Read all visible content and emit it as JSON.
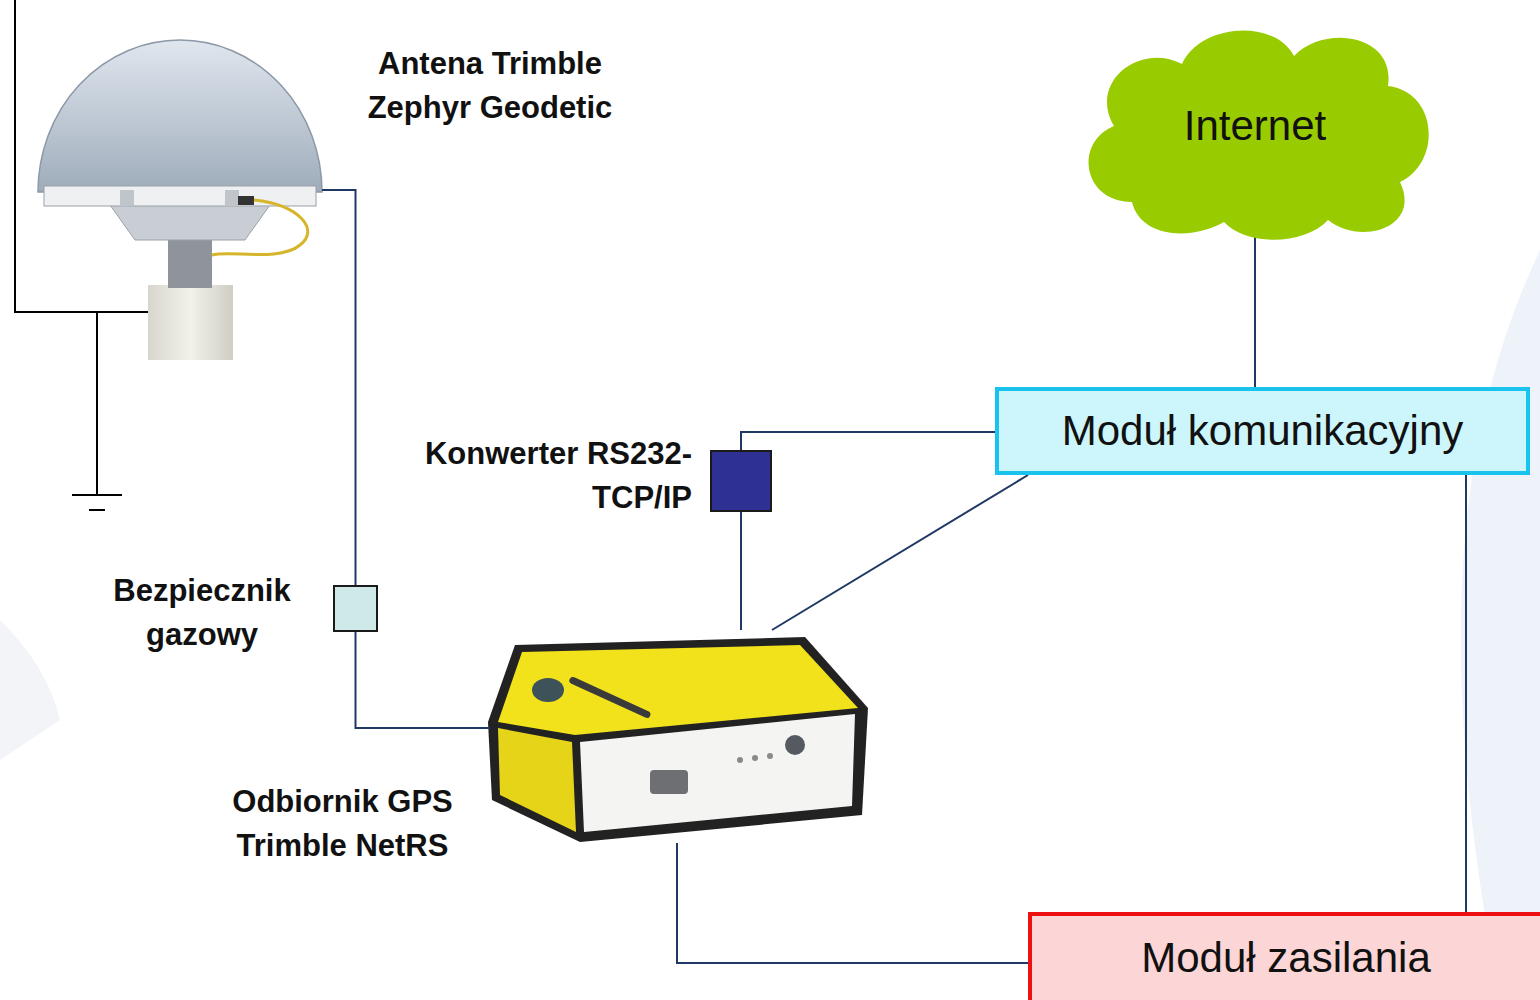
{
  "diagram": {
    "nodes": [
      {
        "text": [
          "Antena Trimble Zephyr Geodetic"
        ]
      },
      {
        "text": [
          "Internet"
        ]
      },
      {
        "text": [
          "Konwerter RS232-TCP/IP"
        ]
      },
      {
        "text": [
          "Moduł komunikacyjny"
        ]
      },
      {
        "text": [
          "Bezpiecznik gazowy"
        ]
      },
      {
        "text": [
          "Odbiornik GPS Trimble NetRS"
        ]
      },
      {
        "text": [
          "Moduł zasilania"
        ]
      }
    ],
    "edges": [
      {
        "from": 0,
        "to": 4,
        "arrow": "none"
      },
      {
        "from": 4,
        "to": 5,
        "arrow": "none"
      },
      {
        "from": 1,
        "to": 3,
        "arrow": "none"
      },
      {
        "from": 2,
        "to": 3,
        "arrow": "none"
      },
      {
        "from": 5,
        "to": 2,
        "arrow": "none"
      },
      {
        "from": 5,
        "to": 3,
        "arrow": "none"
      },
      {
        "from": 5,
        "to": 6,
        "arrow": "none"
      },
      {
        "from": 6,
        "to": 3,
        "arrow": "none"
      }
    ]
  }
}
